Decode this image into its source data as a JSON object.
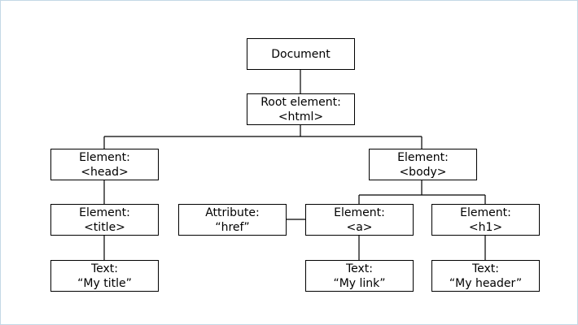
{
  "diagram": {
    "document": {
      "line1": "Document"
    },
    "root": {
      "line1": "Root element:",
      "line2": "<html>"
    },
    "head": {
      "line1": "Element:",
      "line2": "<head>"
    },
    "body": {
      "line1": "Element:",
      "line2": "<body>"
    },
    "title": {
      "line1": "Element:",
      "line2": "<title>"
    },
    "attribute": {
      "line1": "Attribute:",
      "line2": "“href”"
    },
    "anchor": {
      "line1": "Element:",
      "line2": "<a>"
    },
    "h1": {
      "line1": "Element:",
      "line2": "<h1>"
    },
    "title_text": {
      "line1": "Text:",
      "line2": "“My title”"
    },
    "link_text": {
      "line1": "Text:",
      "line2": "“My link”"
    },
    "header_text": {
      "line1": "Text:",
      "line2": "“My header”"
    }
  },
  "colors": {
    "frame_border": "#c4d8e6",
    "node_border": "#000000",
    "connector": "#000000"
  }
}
